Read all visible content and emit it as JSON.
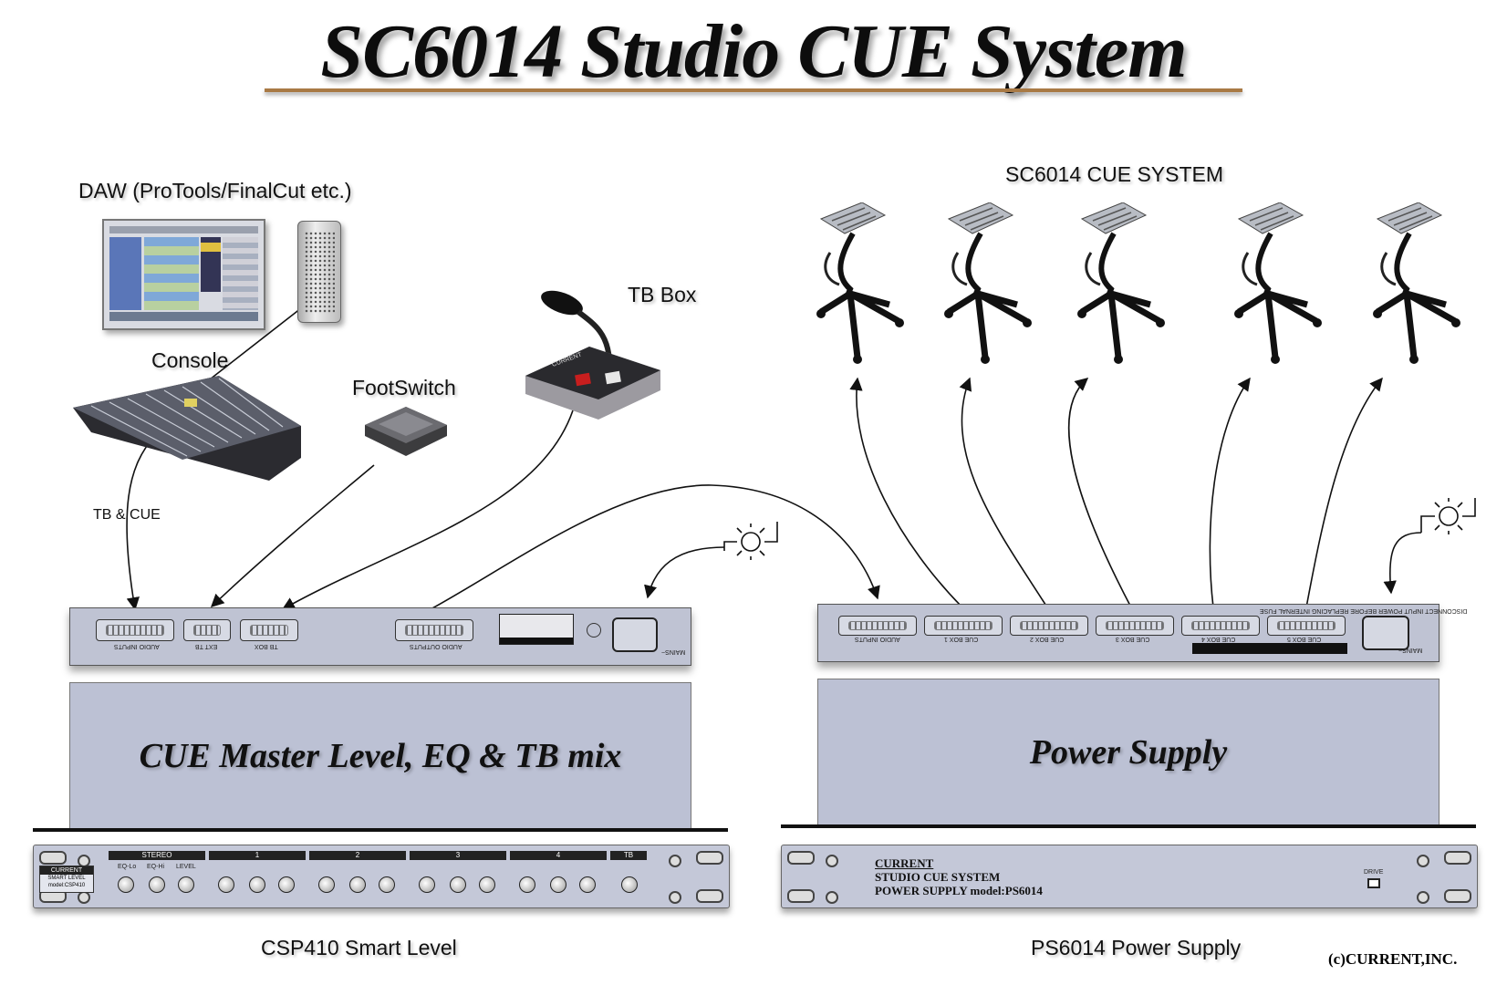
{
  "title": "SC6014 Studio CUE System",
  "labels": {
    "daw": "DAW (ProTools/FinalCut etc.)",
    "console": "Console",
    "footswitch": "FootSwitch",
    "tb_box": "TB Box",
    "cue_system": "SC6014 CUE SYSTEM",
    "tb_cue": "TB & CUE",
    "csp410": "CSP410 Smart Level",
    "ps6014": "PS6014 Power Supply",
    "copyright": "(c)CURRENT,INC."
  },
  "boxes": {
    "cue_master": "CUE Master Level, EQ & TB mix",
    "power_supply": "Power Supply"
  },
  "csp_rear": {
    "audio_inputs": "AUDIO INPUTS",
    "ext_tb": "EXT TB",
    "tb_box": "TB BOX",
    "audio_outputs": "AUDIO OUTPUTS",
    "mains": "MAINS~"
  },
  "ps_rear": {
    "audio_inputs": "AUDIO INPUTS",
    "cue_box_1": "CUE BOX 1",
    "cue_box_2": "CUE BOX 2",
    "cue_box_3": "CUE BOX 3",
    "cue_box_4": "CUE BOX 4",
    "cue_box_5": "CUE BOX 5",
    "mains": "MAINS~",
    "warning": "DISCONNECT INPUT POWER BEFORE REPLACING INTERNAL FUSE"
  },
  "csp_front": {
    "brand": "CURRENT",
    "model_line1": "SMART LEVEL",
    "model_line2": "model:CSP410",
    "sections": [
      "STEREO",
      "1",
      "2",
      "3",
      "4",
      "TB"
    ],
    "knob_labels": [
      "EQ-Lo",
      "EQ-Hi",
      "LEVEL"
    ]
  },
  "ps_front": {
    "line1": "CURRENT",
    "line2": "STUDIO CUE SYSTEM",
    "line3": "POWER SUPPLY model:PS6014",
    "drive": "DRIVE"
  },
  "colors": {
    "panel": "#bcc1d4",
    "title_rule": "#a97a45"
  }
}
